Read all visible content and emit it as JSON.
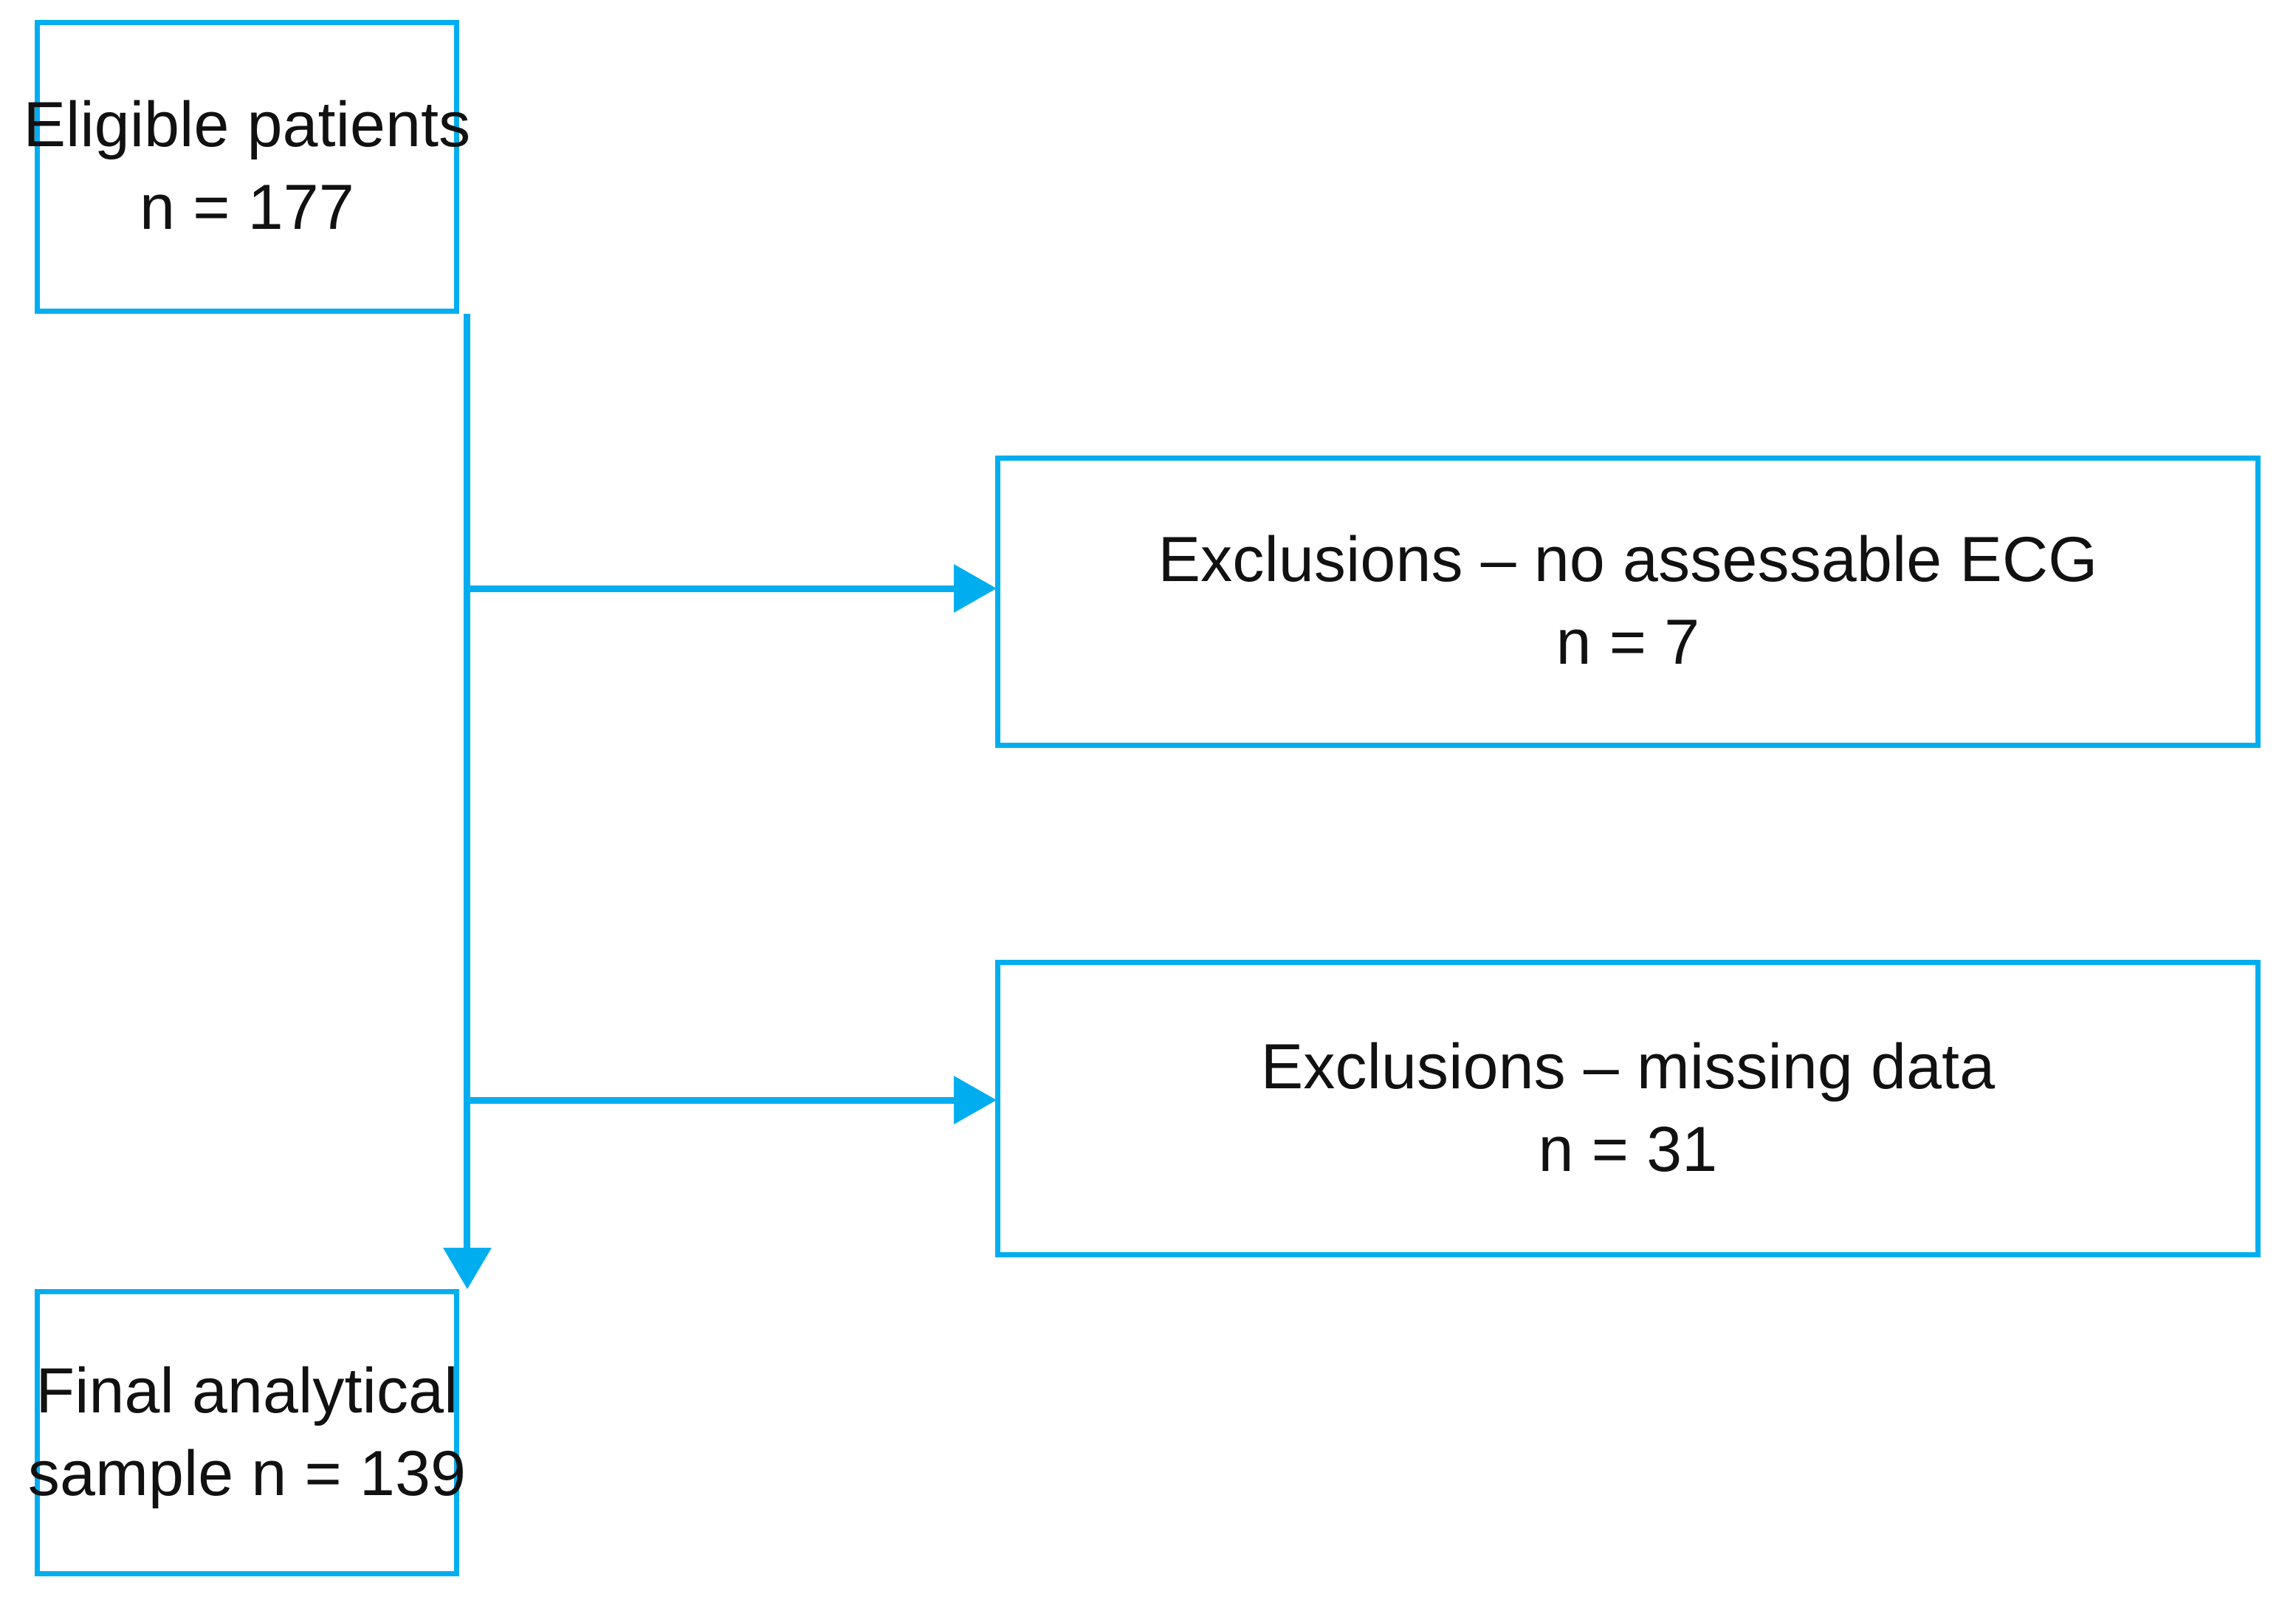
{
  "diagram": {
    "type": "flowchart",
    "title": "Patient selection flow diagram",
    "accent_color": "#00AEEF",
    "text_color": "#111111",
    "background_color": "#FFFFFF",
    "nodes": [
      {
        "id": "eligible",
        "line1": "Eligible patients",
        "line2": "n = 177",
        "count": 177
      },
      {
        "id": "exclusions_no_ecg",
        "line1": "Exclusions – no assessable ECG",
        "line2": "n = 7",
        "count": 7
      },
      {
        "id": "exclusions_missing_data",
        "line1": "Exclusions – missing data",
        "line2": "n = 31",
        "count": 31
      },
      {
        "id": "final_sample",
        "line1": "Final analytical",
        "line2": "sample n = 139",
        "count": 139
      }
    ],
    "connectors": [
      {
        "id": "trunk",
        "from": "eligible",
        "to": "final_sample",
        "shape": "vertical-line"
      },
      {
        "id": "branch1",
        "from": "eligible",
        "to": "exclusions_no_ecg",
        "shape": "horizontal-arrow",
        "arrow": "right-arrowhead"
      },
      {
        "id": "branch2",
        "from": "eligible",
        "to": "exclusions_missing_data",
        "shape": "horizontal-arrow",
        "arrow": "right-arrowhead"
      },
      {
        "id": "trunk-end",
        "from": "eligible",
        "to": "final_sample",
        "shape": "arrowhead",
        "arrow": "down-arrowhead"
      }
    ]
  }
}
